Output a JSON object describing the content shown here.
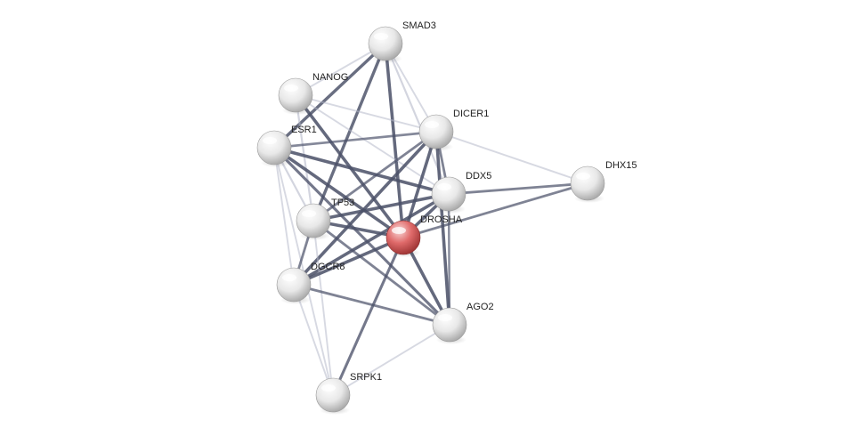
{
  "network": {
    "query_protein": "DROSHA",
    "nodes": [
      {
        "id": "SMAD3",
        "label": "SMAD3",
        "query": false
      },
      {
        "id": "NANOG",
        "label": "NANOG",
        "query": false
      },
      {
        "id": "DICER1",
        "label": "DICER1",
        "query": false
      },
      {
        "id": "ESR1",
        "label": "ESR1",
        "query": false
      },
      {
        "id": "DHX15",
        "label": "DHX15",
        "query": false
      },
      {
        "id": "DDX5",
        "label": "DDX5",
        "query": false
      },
      {
        "id": "TP53",
        "label": "TP53",
        "query": false
      },
      {
        "id": "DROSHA",
        "label": "DROSHA",
        "query": true
      },
      {
        "id": "DGCR8",
        "label": "DGCR8",
        "query": false
      },
      {
        "id": "AGO2",
        "label": "AGO2",
        "query": false
      },
      {
        "id": "SRPK1",
        "label": "SRPK1",
        "query": false
      }
    ],
    "edges": [
      {
        "source": "SMAD3",
        "target": "NANOG",
        "strength": 0.3
      },
      {
        "source": "SMAD3",
        "target": "DICER1",
        "strength": 0.3
      },
      {
        "source": "SMAD3",
        "target": "ESR1",
        "strength": 0.8
      },
      {
        "source": "SMAD3",
        "target": "TP53",
        "strength": 0.8
      },
      {
        "source": "SMAD3",
        "target": "DROSHA",
        "strength": 0.85
      },
      {
        "source": "SMAD3",
        "target": "DDX5",
        "strength": 0.4
      },
      {
        "source": "NANOG",
        "target": "DICER1",
        "strength": 0.3
      },
      {
        "source": "NANOG",
        "target": "DDX5",
        "strength": 0.3
      },
      {
        "source": "NANOG",
        "target": "DROSHA",
        "strength": 0.85
      },
      {
        "source": "NANOG",
        "target": "TP53",
        "strength": 0.4
      },
      {
        "source": "ESR1",
        "target": "DICER1",
        "strength": 0.55
      },
      {
        "source": "ESR1",
        "target": "DDX5",
        "strength": 0.85
      },
      {
        "source": "ESR1",
        "target": "DROSHA",
        "strength": 0.85
      },
      {
        "source": "ESR1",
        "target": "AGO2",
        "strength": 0.7
      },
      {
        "source": "ESR1",
        "target": "TP53",
        "strength": 0.4
      },
      {
        "source": "ESR1",
        "target": "DGCR8",
        "strength": 0.3
      },
      {
        "source": "ESR1",
        "target": "SRPK1",
        "strength": 0.3
      },
      {
        "source": "DICER1",
        "target": "DHX15",
        "strength": 0.3
      },
      {
        "source": "DICER1",
        "target": "DDX5",
        "strength": 0.6
      },
      {
        "source": "DICER1",
        "target": "TP53",
        "strength": 0.6
      },
      {
        "source": "DICER1",
        "target": "DROSHA",
        "strength": 0.85
      },
      {
        "source": "DICER1",
        "target": "DGCR8",
        "strength": 0.85
      },
      {
        "source": "DICER1",
        "target": "AGO2",
        "strength": 0.85
      },
      {
        "source": "DHX15",
        "target": "DDX5",
        "strength": 0.6
      },
      {
        "source": "DHX15",
        "target": "DROSHA",
        "strength": 0.6
      },
      {
        "source": "DDX5",
        "target": "TP53",
        "strength": 0.85
      },
      {
        "source": "DDX5",
        "target": "DROSHA",
        "strength": 0.85
      },
      {
        "source": "DDX5",
        "target": "DGCR8",
        "strength": 0.85
      },
      {
        "source": "DDX5",
        "target": "AGO2",
        "strength": 0.5
      },
      {
        "source": "TP53",
        "target": "DROSHA",
        "strength": 0.85
      },
      {
        "source": "TP53",
        "target": "DGCR8",
        "strength": 0.6
      },
      {
        "source": "TP53",
        "target": "AGO2",
        "strength": 0.6
      },
      {
        "source": "TP53",
        "target": "SRPK1",
        "strength": 0.3
      },
      {
        "source": "DROSHA",
        "target": "DGCR8",
        "strength": 0.85
      },
      {
        "source": "DROSHA",
        "target": "AGO2",
        "strength": 0.85
      },
      {
        "source": "DROSHA",
        "target": "SRPK1",
        "strength": 0.7
      },
      {
        "source": "DGCR8",
        "target": "AGO2",
        "strength": 0.6
      },
      {
        "source": "DGCR8",
        "target": "SRPK1",
        "strength": 0.3
      },
      {
        "source": "AGO2",
        "target": "SRPK1",
        "strength": 0.3
      }
    ],
    "colors": {
      "edge_strong": "#4a5068",
      "edge_weak": "#b4b8c8",
      "node_default": "#e6e6e6",
      "node_query": "#e06b6b",
      "label": "#222222"
    }
  }
}
